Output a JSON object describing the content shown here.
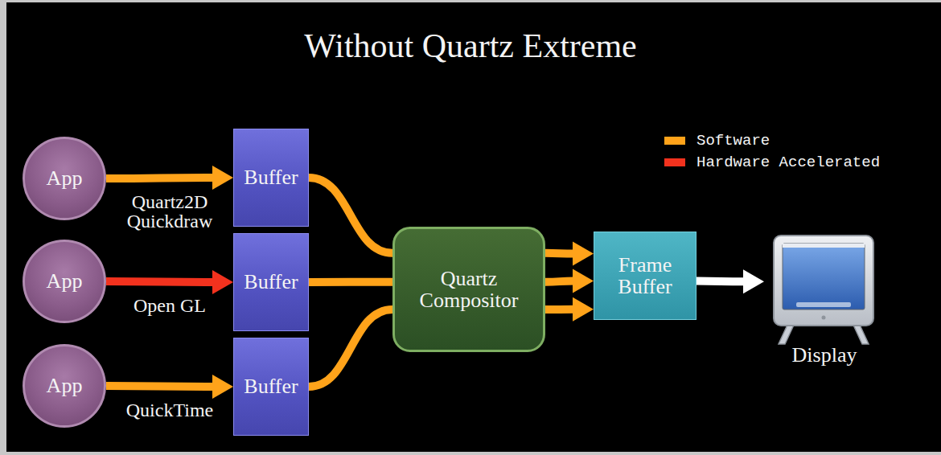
{
  "diagram": {
    "title": "Without Quartz Extreme",
    "nodes": [
      {
        "text": [
          "App"
        ]
      },
      {
        "text": [
          "Buffer"
        ]
      },
      {
        "text": [
          "App"
        ]
      },
      {
        "text": [
          "Buffer"
        ]
      },
      {
        "text": [
          "App"
        ]
      },
      {
        "text": [
          "Buffer"
        ]
      },
      {
        "text": [
          "Quartz Compositor"
        ]
      },
      {
        "text": [
          "Frame Buffer"
        ]
      },
      {
        "text": [
          "Display"
        ]
      }
    ],
    "edges": [
      {
        "from": 0,
        "to": 1,
        "label": "Quartz2D Quickdraw",
        "arrow": "to"
      },
      {
        "from": 2,
        "to": 3,
        "label": "Open GL",
        "arrow": "to"
      },
      {
        "from": 4,
        "to": 5,
        "label": "QuickTime",
        "arrow": "to"
      },
      {
        "from": 1,
        "to": 6,
        "arrow": "none"
      },
      {
        "from": 3,
        "to": 6,
        "arrow": "none"
      },
      {
        "from": 5,
        "to": 6,
        "arrow": "none"
      },
      {
        "from": 6,
        "to": 7,
        "arrow": "to"
      },
      {
        "from": 6,
        "to": 7,
        "arrow": "to"
      },
      {
        "from": 6,
        "to": 7,
        "arrow": "to"
      },
      {
        "from": 7,
        "to": 8,
        "arrow": "to"
      }
    ],
    "legend": [
      {
        "text": "Software",
        "color": "#ffa31a"
      },
      {
        "text": "Hardware Accelerated",
        "color": "#f2321e"
      }
    ]
  }
}
